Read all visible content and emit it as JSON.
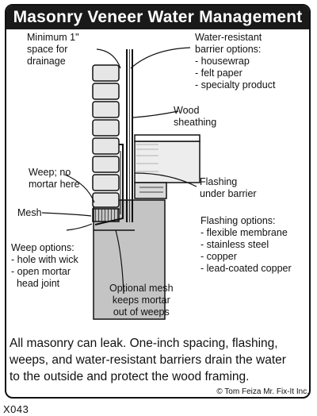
{
  "title": "Masonry Veneer Water Management",
  "labels": {
    "space": [
      "Minimum 1\"",
      "space for",
      "drainage"
    ],
    "barrier": [
      "Water-resistant",
      "barrier options:",
      "- housewrap",
      "- felt paper",
      "- specialty product"
    ],
    "sheathing": [
      "Wood",
      "sheathing"
    ],
    "weep": [
      "Weep; no",
      "mortar here"
    ],
    "flashing_under": [
      "Flashing",
      "under barrier"
    ],
    "mesh": "Mesh",
    "flashing_options": [
      "Flashing options:",
      "- flexible membrane",
      "- stainless steel",
      "- copper",
      "- lead-coated copper"
    ],
    "weep_options": [
      "Weep options:",
      "- hole with wick",
      "- open mortar",
      "  head joint"
    ],
    "optional_mesh": [
      "Optional mesh",
      "keeps mortar",
      "out of weeps"
    ]
  },
  "caption": "All masonry can leak. One-inch spacing, flashing, weeps, and water-resistant barriers drain the water to the outside and protect the wood framing.",
  "credit": "© Tom Feiza Mr. Fix-It Inc.",
  "code": "X043",
  "colors": {
    "title_bg": "#1a1a1a",
    "brick": "#e6e6e6",
    "wood": "#d9d9d9",
    "foundation": "#c4c4c4"
  }
}
